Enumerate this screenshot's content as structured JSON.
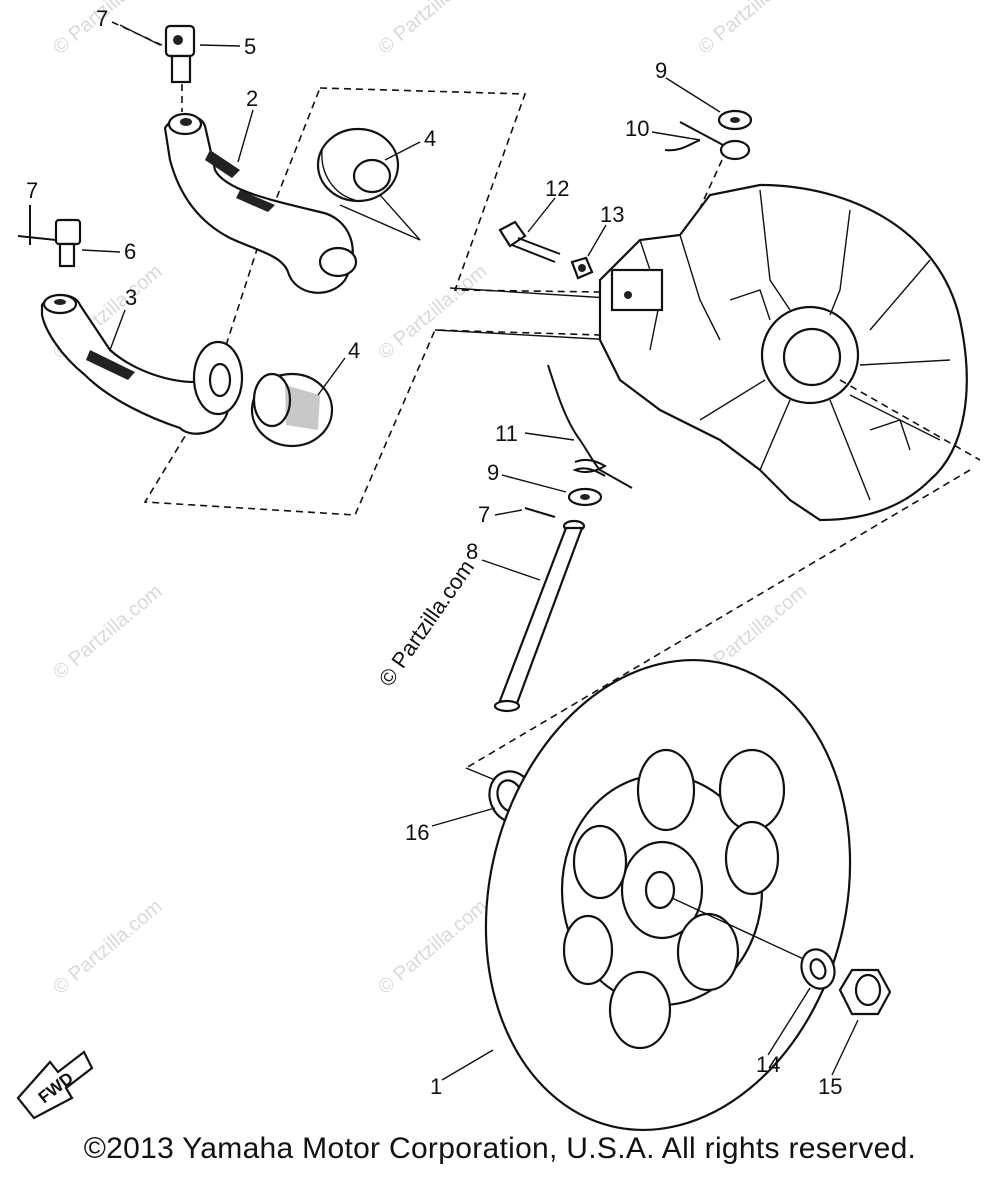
{
  "callouts": [
    "1",
    "2",
    "3",
    "4",
    "4",
    "5",
    "6",
    "7",
    "7",
    "7",
    "8",
    "9",
    "9",
    "10",
    "11",
    "12",
    "13",
    "14",
    "15",
    "16"
  ],
  "watermark": "© Partzilla.com",
  "watermark_center": "© Partzilla.com",
  "fwd_label": "FWD",
  "copyright": "©2013 Yamaha Motor Corporation, U.S.A. All rights reserved."
}
